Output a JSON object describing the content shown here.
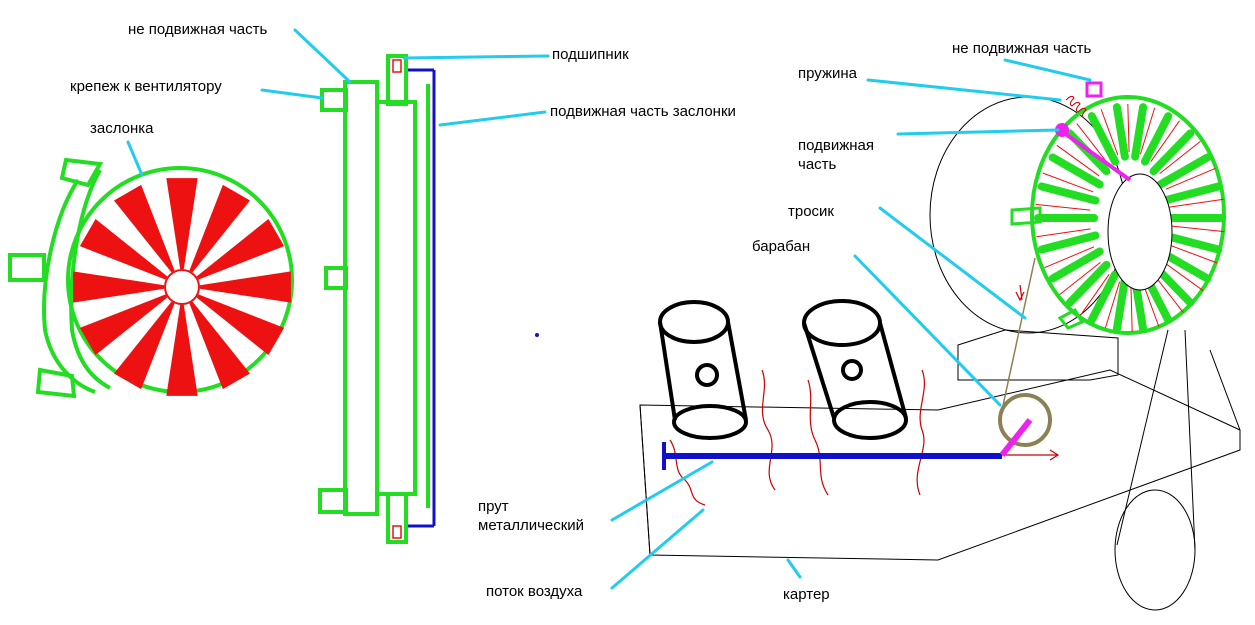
{
  "labels": {
    "fixed_part_left": "не подвижная часть",
    "mount_to_fan": "крепеж к вентилятору",
    "damper": "заслонка",
    "bearing": "подшипник",
    "moving_damper_part": "подвижная часть заслонки",
    "fixed_part_right": "не подвижная часть",
    "spring": "пружина",
    "moving_part_line1": "подвижная",
    "moving_part_line2": "часть",
    "cable": "тросик",
    "drum": "барабан",
    "rod_line1": "прут",
    "rod_line2": "металлический",
    "airflow": "поток воздуха",
    "crankcase": "картер"
  },
  "colors": {
    "frame": "#22dd22",
    "blade": "#ee1111",
    "rod": "#1111cc",
    "leader": "#22ccee",
    "moving": "#ee22ee",
    "drum": "#8b8155",
    "outline": "#000000",
    "flow": "#cc0000"
  }
}
